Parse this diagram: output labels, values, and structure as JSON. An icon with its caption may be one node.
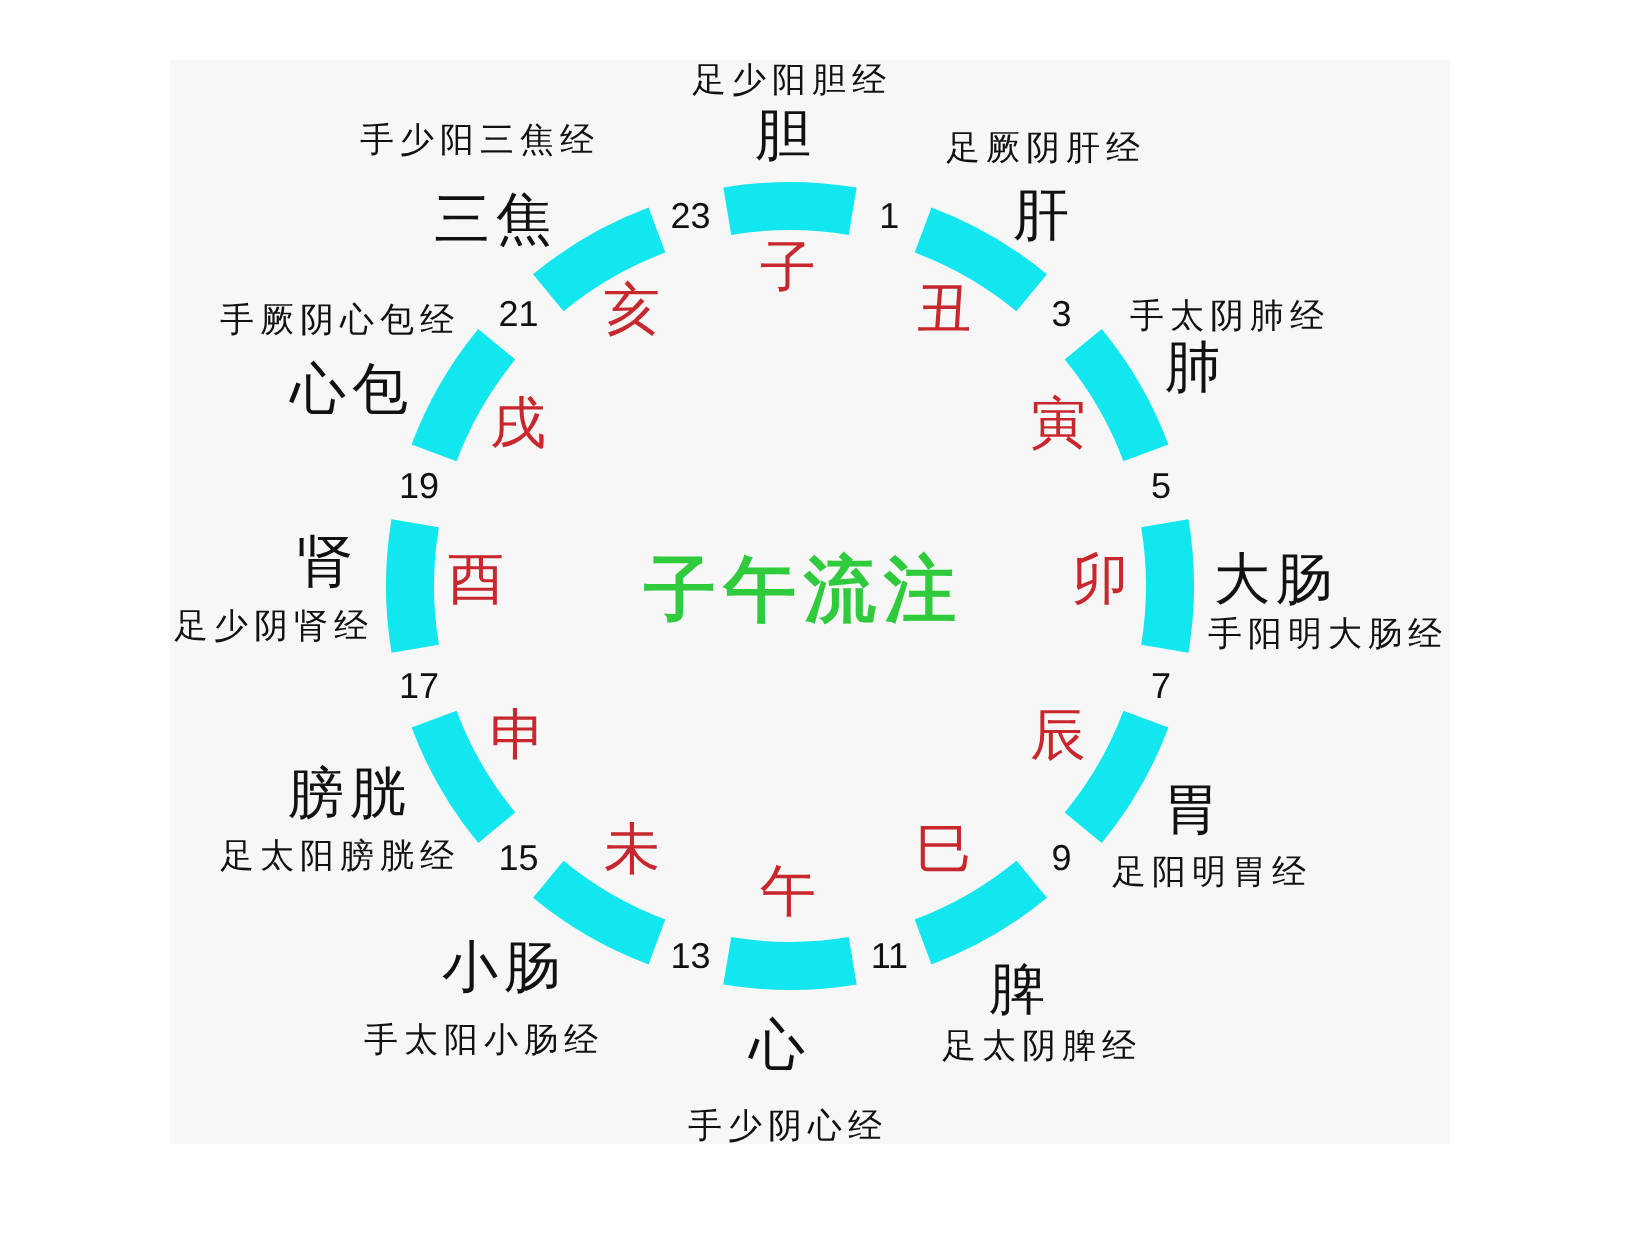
{
  "diagram": {
    "title": "子午流注",
    "nodes": [
      {
        "text": [
          "胆"
        ],
        "beside": [
          "足少阳胆经",
          "子"
        ]
      },
      {
        "text": [
          "肝"
        ],
        "beside": [
          "足厥阴肝经",
          "丑"
        ]
      },
      {
        "text": [
          "肺"
        ],
        "beside": [
          "手太阴肺经",
          "寅"
        ]
      },
      {
        "text": [
          "大肠"
        ],
        "beside": [
          "手阳明大肠经",
          "卯"
        ]
      },
      {
        "text": [
          "胃"
        ],
        "beside": [
          "足阳明胃经",
          "辰"
        ]
      },
      {
        "text": [
          "脾"
        ],
        "beside": [
          "足太阴脾经",
          "巳"
        ]
      },
      {
        "text": [
          "心"
        ],
        "beside": [
          "手少阴心经",
          "午"
        ]
      },
      {
        "text": [
          "小肠"
        ],
        "beside": [
          "手太阳小肠经",
          "未"
        ]
      },
      {
        "text": [
          "膀胱"
        ],
        "beside": [
          "足太阳膀胱经",
          "申"
        ]
      },
      {
        "text": [
          "肾"
        ],
        "beside": [
          "足少阴肾经",
          "酉"
        ]
      },
      {
        "text": [
          "心包"
        ],
        "beside": [
          "手厥阴心包经",
          "戌"
        ]
      },
      {
        "text": [
          "三焦"
        ],
        "beside": [
          "手少阳三焦经",
          "亥"
        ]
      }
    ],
    "labels": [
      "1",
      "3",
      "5",
      "7",
      "9",
      "11",
      "13",
      "15",
      "17",
      "19",
      "21",
      "23"
    ]
  }
}
